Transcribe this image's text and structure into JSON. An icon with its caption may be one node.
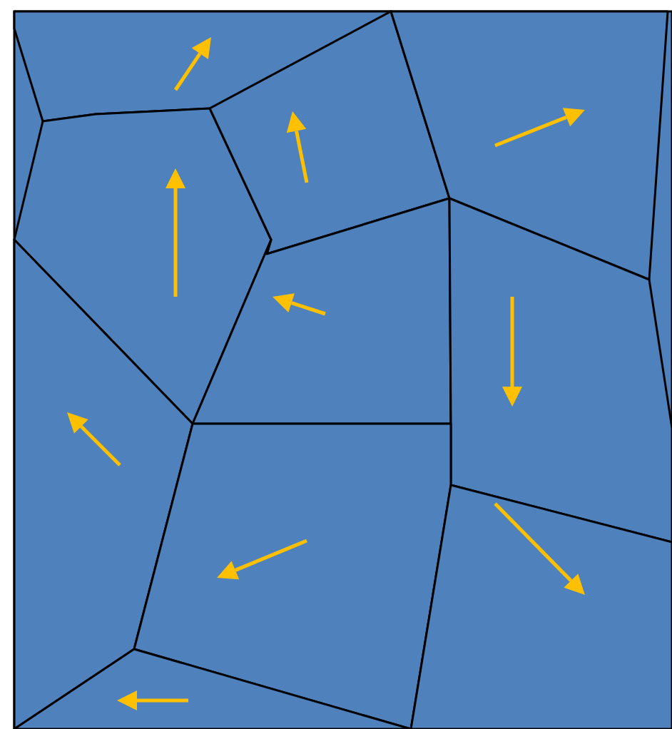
{
  "diagram": {
    "nodes": [
      {
        "text": [],
        "shape": "polygon"
      },
      {
        "text": [],
        "shape": "polygon"
      },
      {
        "text": [],
        "shape": "polygon"
      },
      {
        "text": [],
        "shape": "polygon"
      },
      {
        "text": [],
        "shape": "polygon"
      },
      {
        "text": [],
        "shape": "polygon"
      },
      {
        "text": [],
        "shape": "polygon"
      },
      {
        "text": [],
        "shape": "polygon"
      },
      {
        "text": [],
        "shape": "polygon"
      },
      {
        "text": [],
        "shape": "polygon"
      }
    ]
  }
}
